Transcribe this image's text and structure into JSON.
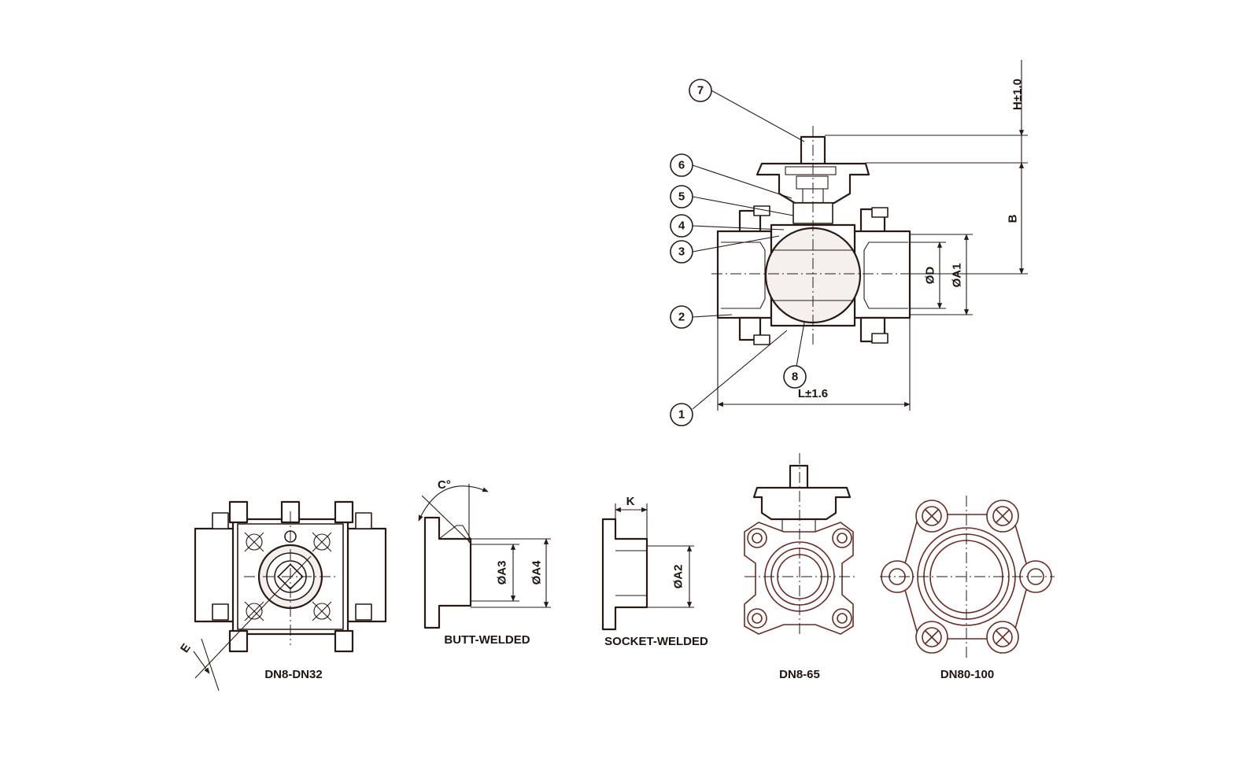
{
  "balloons": [
    "7",
    "6",
    "5",
    "4",
    "3",
    "2",
    "1",
    "8"
  ],
  "dimensions": {
    "h": "H±1.0",
    "b": "B",
    "d": "ØD",
    "a1": "ØA1",
    "l": "L±1.6",
    "a3": "ØA3",
    "a4": "ØA4",
    "a2": "ØA2",
    "c": "C°",
    "k": "K",
    "e": "E"
  },
  "captions": {
    "view1": "DN8-DN32",
    "view2": "BUTT-WELDED",
    "view3": "SOCKET-WELDED",
    "view4": "DN8-65",
    "view5": "DN80-100"
  }
}
